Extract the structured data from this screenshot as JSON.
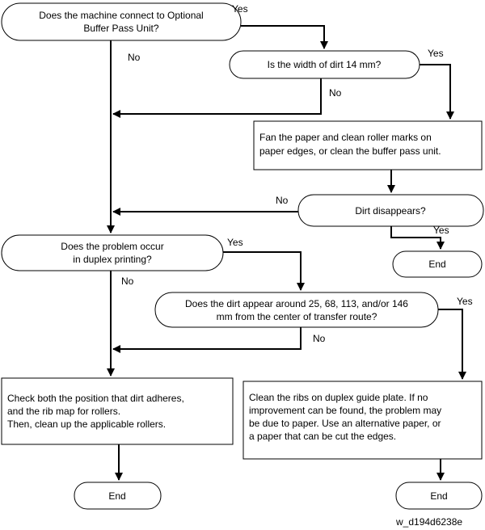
{
  "nodes": {
    "q_buffer": [
      "Does the machine connect to Optional",
      "Buffer Pass Unit?"
    ],
    "q_width": [
      "Is the width of dirt 14 mm?"
    ],
    "act_fan": [
      "Fan the paper and clean roller marks on",
      "paper edges, or clean the buffer pass unit."
    ],
    "q_disappears": [
      "Dirt disappears?"
    ],
    "end_1": [
      "End"
    ],
    "q_duplex": [
      "Does the problem occur",
      "in duplex printing?"
    ],
    "q_dirt_pos": [
      "Does the dirt appear around 25, 68, 113, and/or 146",
      "mm from the center of transfer route?"
    ],
    "act_check": [
      "Check both the position that dirt adheres,",
      "and the rib map for rollers.",
      "Then, clean up the applicable rollers."
    ],
    "act_clean_ribs": [
      "Clean the ribs on duplex guide plate. If no",
      "improvement can be found, the problem may",
      "be due to paper. Use an alternative paper, or",
      "a paper that can be cut the edges."
    ],
    "end_2": [
      "End"
    ],
    "end_3": [
      "End"
    ]
  },
  "labels": {
    "yes_buffer": "Yes",
    "no_buffer": "No",
    "yes_width": "Yes",
    "no_width": "No",
    "no_disappears": "No",
    "yes_disappears": "Yes",
    "yes_duplex": "Yes",
    "no_duplex": "No",
    "yes_dirt_pos": "Yes",
    "no_dirt_pos": "No"
  },
  "footer": {
    "figure_id": "w_d194d6238e"
  }
}
